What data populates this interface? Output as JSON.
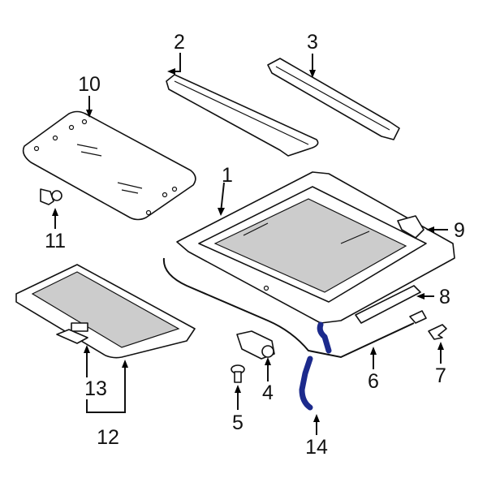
{
  "diagram": {
    "callouts": [
      {
        "id": "1",
        "label": "1",
        "part": "sunroof-frame"
      },
      {
        "id": "2",
        "label": "2",
        "part": "front-deflector-rail"
      },
      {
        "id": "3",
        "label": "3",
        "part": "rear-rail"
      },
      {
        "id": "4",
        "label": "4",
        "part": "motor"
      },
      {
        "id": "5",
        "label": "5",
        "part": "motor-bolt"
      },
      {
        "id": "6",
        "label": "6",
        "part": "drain-hose-cable"
      },
      {
        "id": "7",
        "label": "7",
        "part": "clip"
      },
      {
        "id": "8",
        "label": "8",
        "part": "guide-rail"
      },
      {
        "id": "9",
        "label": "9",
        "part": "bracket"
      },
      {
        "id": "10",
        "label": "10",
        "part": "glass-panel"
      },
      {
        "id": "11",
        "label": "11",
        "part": "glass-bolt"
      },
      {
        "id": "12",
        "label": "12",
        "part": "sunshade"
      },
      {
        "id": "13",
        "label": "13",
        "part": "sunshade-handle"
      },
      {
        "id": "14",
        "label": "14",
        "part": "drain-hose"
      }
    ],
    "highlight_color": "#1c2a8c"
  }
}
